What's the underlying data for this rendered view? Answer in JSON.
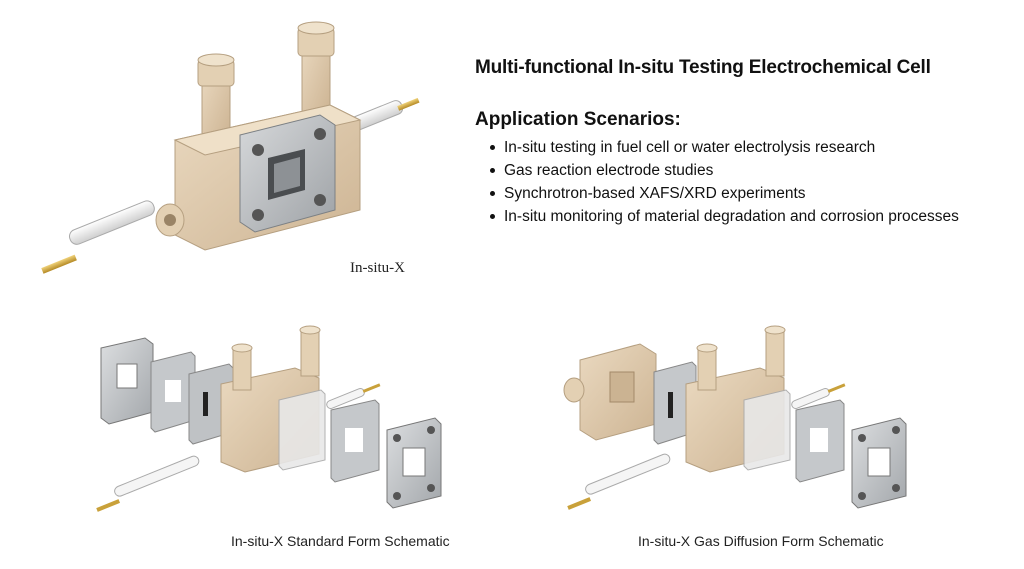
{
  "heading": "Multi-functional In-situ Testing Electrochemical Cell",
  "subheading": "Application Scenarios:",
  "scenarios": [
    "In-situ testing in fuel cell or water electrolysis research",
    "Gas reaction electrode studies",
    "Synchrotron-based XAFS/XRD experiments",
    "In-situ monitoring of material degradation and corrosion processes"
  ],
  "captions": {
    "main": "In-situ-X",
    "standard": "In-situ-X Standard Form Schematic",
    "gas_diffusion": "In-situ-X Gas Diffusion Form Schematic"
  },
  "colors": {
    "peek": "#d9c6aa",
    "steel": "#b9bcbf",
    "electrode": "#e8e8e8",
    "gold": "#c9a13a"
  }
}
